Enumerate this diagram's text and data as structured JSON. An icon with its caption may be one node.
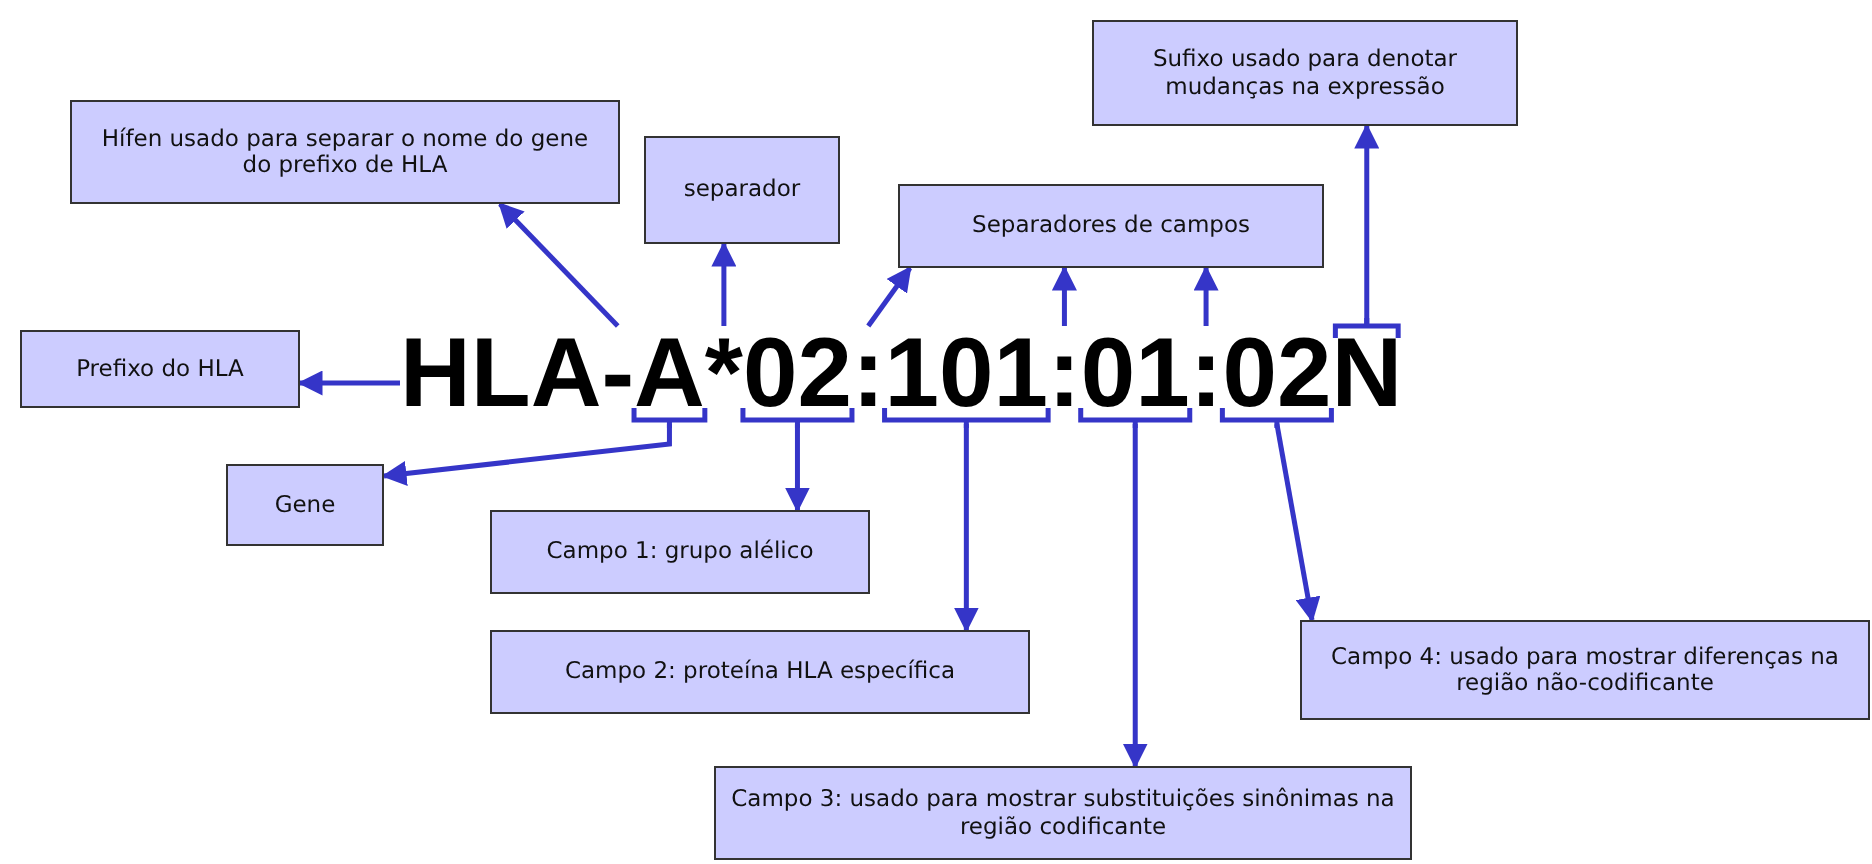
{
  "diagram": {
    "nodes": [
      {
        "text": [
          "Sufixo usado para denotar mudanças na expressão"
        ]
      },
      {
        "text": [
          "Hífen usado para separar o nome do gene do prefixo de HLA"
        ]
      },
      {
        "text": [
          "separador"
        ]
      },
      {
        "text": [
          "Separadores de campos"
        ]
      },
      {
        "text": [
          "Prefixo do HLA"
        ]
      },
      {
        "text": [
          "HLA-A*02:101:01:02N"
        ]
      },
      {
        "text": [
          "Gene"
        ]
      },
      {
        "text": [
          "Campo 1: grupo alélico"
        ]
      },
      {
        "text": [
          "Campo 2: proteína HLA específica"
        ]
      },
      {
        "text": [
          "Campo 4: usado para mostrar diferenças na região não-codificante"
        ]
      },
      {
        "text": [
          "Campo 3: usado para mostrar substituições sinônimas na região codificante"
        ]
      }
    ],
    "edges": [
      {
        "from": 5,
        "to": 4,
        "arrow": "to"
      },
      {
        "from": 5,
        "to": 1,
        "arrow": "to"
      },
      {
        "from": 5,
        "to": 2,
        "arrow": "to"
      },
      {
        "from": 5,
        "to": 3,
        "arrow": "to"
      },
      {
        "from": 5,
        "to": 3,
        "arrow": "to"
      },
      {
        "from": 5,
        "to": 3,
        "arrow": "to"
      },
      {
        "from": 5,
        "to": 0,
        "arrow": "to"
      },
      {
        "from": 5,
        "to": 6,
        "arrow": "to"
      },
      {
        "from": 5,
        "to": 7,
        "arrow": "to"
      },
      {
        "from": 5,
        "to": 8,
        "arrow": "to"
      },
      {
        "from": 5,
        "to": 10,
        "arrow": "to"
      },
      {
        "from": 5,
        "to": 9,
        "arrow": "to"
      }
    ]
  }
}
